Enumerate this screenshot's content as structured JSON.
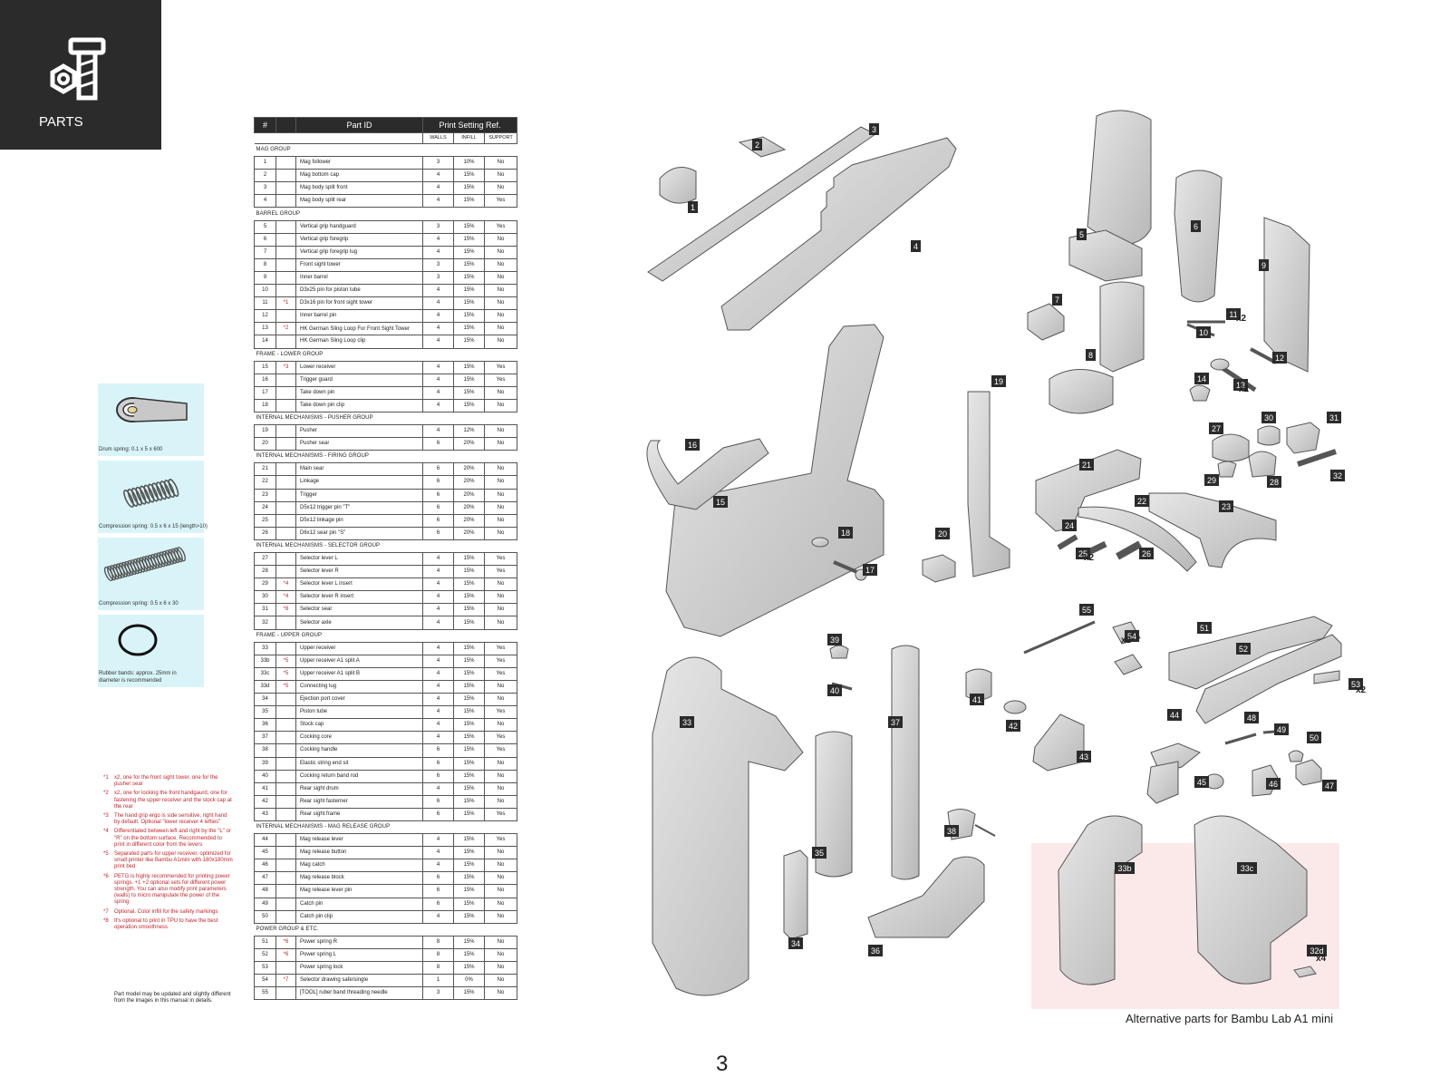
{
  "header": {
    "label": "PARTS",
    "icon": "nut-and-bolt-icon"
  },
  "table": {
    "headers": {
      "num": "#",
      "part_id": "Part ID",
      "print_setting": "Print Setting Ref.",
      "walls": "WALLS",
      "infill": "INFILL",
      "support": "SUPPORT"
    },
    "groups": [
      {
        "label": "MAG GROUP",
        "rows": [
          {
            "num": "1",
            "note": "",
            "name": "Mag follower",
            "walls": "3",
            "infill": "10%",
            "support": "No"
          },
          {
            "num": "2",
            "note": "",
            "name": "Mag bottom cap",
            "walls": "4",
            "infill": "15%",
            "support": "No"
          },
          {
            "num": "3",
            "note": "",
            "name": "Mag body split front",
            "walls": "4",
            "infill": "15%",
            "support": "No"
          },
          {
            "num": "4",
            "note": "",
            "name": "Mag body split rear",
            "walls": "4",
            "infill": "15%",
            "support": "Yes"
          }
        ]
      },
      {
        "label": "BARREL GROUP",
        "rows": [
          {
            "num": "5",
            "note": "",
            "name": "Vertical grip handguard",
            "walls": "3",
            "infill": "15%",
            "support": "Yes"
          },
          {
            "num": "6",
            "note": "",
            "name": "Vertical grip foregrip",
            "walls": "4",
            "infill": "15%",
            "support": "No"
          },
          {
            "num": "7",
            "note": "",
            "name": "Vertical grip foregrip lug",
            "walls": "4",
            "infill": "15%",
            "support": "No"
          },
          {
            "num": "8",
            "note": "",
            "name": "Front sight tower",
            "walls": "3",
            "infill": "15%",
            "support": "No"
          },
          {
            "num": "9",
            "note": "",
            "name": "Inner barrel",
            "walls": "3",
            "infill": "15%",
            "support": "No"
          },
          {
            "num": "10",
            "note": "",
            "name": "D3x25 pin for piston tube",
            "walls": "4",
            "infill": "15%",
            "support": "No"
          },
          {
            "num": "11",
            "note": "*1",
            "name": "D3x16 pin for front sight tower",
            "walls": "4",
            "infill": "15%",
            "support": "No"
          },
          {
            "num": "12",
            "note": "",
            "name": "Inner barrel pin",
            "walls": "4",
            "infill": "15%",
            "support": "No"
          },
          {
            "num": "13",
            "note": "*2",
            "name": "HK German Sling Loop For Front Sight Tower",
            "walls": "4",
            "infill": "15%",
            "support": "No"
          },
          {
            "num": "14",
            "note": "",
            "name": "HK German Sling Loop clip",
            "walls": "4",
            "infill": "15%",
            "support": "No"
          }
        ]
      },
      {
        "label": "FRAME - LOWER GROUP",
        "rows": [
          {
            "num": "15",
            "note": "*3",
            "name": "Lower receiver",
            "walls": "4",
            "infill": "15%",
            "support": "Yes"
          },
          {
            "num": "16",
            "note": "",
            "name": "Trigger guard",
            "walls": "4",
            "infill": "15%",
            "support": "Yes"
          },
          {
            "num": "17",
            "note": "",
            "name": "Take down pin",
            "walls": "4",
            "infill": "15%",
            "support": "No"
          },
          {
            "num": "18",
            "note": "",
            "name": "Take down pin clip",
            "walls": "4",
            "infill": "15%",
            "support": "No"
          }
        ]
      },
      {
        "label": "INTERNAL MECHANISMS - PUSHER GROUP",
        "rows": [
          {
            "num": "19",
            "note": "",
            "name": "Pusher",
            "walls": "4",
            "infill": "12%",
            "support": "No"
          },
          {
            "num": "20",
            "note": "",
            "name": "Pusher sear",
            "walls": "6",
            "infill": "20%",
            "support": "No"
          }
        ]
      },
      {
        "label": "INTERNAL MECHANISMS - FIRING GROUP",
        "rows": [
          {
            "num": "21",
            "note": "",
            "name": "Main sear",
            "walls": "6",
            "infill": "20%",
            "support": "No"
          },
          {
            "num": "22",
            "note": "",
            "name": "Linkage",
            "walls": "6",
            "infill": "20%",
            "support": "No"
          },
          {
            "num": "23",
            "note": "",
            "name": "Trigger",
            "walls": "6",
            "infill": "20%",
            "support": "No"
          },
          {
            "num": "24",
            "note": "",
            "name": "D5x12 trigger pin \"T\"",
            "walls": "6",
            "infill": "20%",
            "support": "No"
          },
          {
            "num": "25",
            "note": "",
            "name": "D5x12 linkage pin",
            "walls": "6",
            "infill": "20%",
            "support": "No"
          },
          {
            "num": "26",
            "note": "",
            "name": "D6x12 sear pin \"S\"",
            "walls": "6",
            "infill": "20%",
            "support": "No"
          }
        ]
      },
      {
        "label": "INTERNAL MECHANISMS - SELECTOR GROUP",
        "rows": [
          {
            "num": "27",
            "note": "",
            "name": "Selector lever L",
            "walls": "4",
            "infill": "15%",
            "support": "Yes"
          },
          {
            "num": "28",
            "note": "",
            "name": "Selector lever R",
            "walls": "4",
            "infill": "15%",
            "support": "Yes"
          },
          {
            "num": "29",
            "note": "*4",
            "name": "Selector lever L insert",
            "walls": "4",
            "infill": "15%",
            "support": "No"
          },
          {
            "num": "30",
            "note": "*4",
            "name": "Selector lever R insert",
            "walls": "4",
            "infill": "15%",
            "support": "No"
          },
          {
            "num": "31",
            "note": "*8",
            "name": "Selector sear",
            "walls": "4",
            "infill": "15%",
            "support": "No"
          },
          {
            "num": "32",
            "note": "",
            "name": "Selector axle",
            "walls": "4",
            "infill": "15%",
            "support": "No"
          }
        ]
      },
      {
        "label": "FRAME - UPPER GROUP",
        "rows": [
          {
            "num": "33",
            "note": "",
            "name": "Upper receiver",
            "walls": "4",
            "infill": "15%",
            "support": "Yes"
          },
          {
            "num": "33b",
            "note": "*5",
            "name": "Upper receiver A1 split A",
            "walls": "4",
            "infill": "15%",
            "support": "Yes"
          },
          {
            "num": "33c",
            "note": "*5",
            "name": "Upper receiver A1 split B",
            "walls": "4",
            "infill": "15%",
            "support": "Yes"
          },
          {
            "num": "33d",
            "note": "*5",
            "name": "Connecting lug",
            "walls": "4",
            "infill": "15%",
            "support": "No"
          },
          {
            "num": "34",
            "note": "",
            "name": "Ejection port cover",
            "walls": "4",
            "infill": "15%",
            "support": "No"
          },
          {
            "num": "35",
            "note": "",
            "name": "Piston tube",
            "walls": "4",
            "infill": "15%",
            "support": "Yes"
          },
          {
            "num": "36",
            "note": "",
            "name": "Stock cap",
            "walls": "4",
            "infill": "15%",
            "support": "No"
          },
          {
            "num": "37",
            "note": "",
            "name": "Cocking core",
            "walls": "4",
            "infill": "15%",
            "support": "Yes"
          },
          {
            "num": "38",
            "note": "",
            "name": "Cocking handle",
            "walls": "6",
            "infill": "15%",
            "support": "Yes"
          },
          {
            "num": "39",
            "note": "",
            "name": "Elastic string end sit",
            "walls": "6",
            "infill": "15%",
            "support": "No"
          },
          {
            "num": "40",
            "note": "",
            "name": "Cocking return band rod",
            "walls": "6",
            "infill": "15%",
            "support": "No"
          },
          {
            "num": "41",
            "note": "",
            "name": "Rear sight drum",
            "walls": "4",
            "infill": "15%",
            "support": "No"
          },
          {
            "num": "42",
            "note": "",
            "name": "Rear sight fasterner",
            "walls": "6",
            "infill": "15%",
            "support": "No"
          },
          {
            "num": "43",
            "note": "",
            "name": "Rear sight frame",
            "walls": "6",
            "infill": "15%",
            "support": "Yes"
          }
        ]
      },
      {
        "label": "INTERNAL MECHANISMS - MAG RELEASE GROUP",
        "rows": [
          {
            "num": "44",
            "note": "",
            "name": "Mag release lever",
            "walls": "4",
            "infill": "15%",
            "support": "Yes"
          },
          {
            "num": "45",
            "note": "",
            "name": "Mag release button",
            "walls": "4",
            "infill": "15%",
            "support": "No"
          },
          {
            "num": "46",
            "note": "",
            "name": "Mag catch",
            "walls": "4",
            "infill": "15%",
            "support": "No"
          },
          {
            "num": "47",
            "note": "",
            "name": "Mag release block",
            "walls": "6",
            "infill": "15%",
            "support": "No"
          },
          {
            "num": "48",
            "note": "",
            "name": "Mag release lever pin",
            "walls": "6",
            "infill": "15%",
            "support": "No"
          },
          {
            "num": "49",
            "note": "",
            "name": "Catch pin",
            "walls": "6",
            "infill": "15%",
            "support": "No"
          },
          {
            "num": "50",
            "note": "",
            "name": "Catch pin clip",
            "walls": "4",
            "infill": "15%",
            "support": "No"
          }
        ]
      },
      {
        "label": "POWER GROUP & ETC.",
        "rows": [
          {
            "num": "51",
            "note": "*6",
            "name": "Power spring R",
            "walls": "8",
            "infill": "15%",
            "support": "No"
          },
          {
            "num": "52",
            "note": "*6",
            "name": "Power spring L",
            "walls": "8",
            "infill": "15%",
            "support": "No"
          },
          {
            "num": "53",
            "note": "",
            "name": "Power spring lock",
            "walls": "8",
            "infill": "15%",
            "support": "No"
          },
          {
            "num": "54",
            "note": "*7",
            "name": "Selector drawing safe/single",
            "walls": "1",
            "infill": "0%",
            "support": "No"
          },
          {
            "num": "55",
            "note": "",
            "name": "[TOOL] ruber band threading needle",
            "walls": "3",
            "infill": "15%",
            "support": "No"
          }
        ]
      }
    ]
  },
  "springs": [
    {
      "caption": "Drum spring: 0.1 x 5 x 600",
      "icon": "drum-spring-icon"
    },
    {
      "caption": "Compression spring: 0.5 x 6 x 15   (length>10)",
      "icon": "short-compression-spring-icon"
    },
    {
      "caption": "Compression spring: 0.5 x 6 x 30",
      "icon": "long-compression-spring-icon"
    },
    {
      "caption": "Rubber bands: approx. 25mm in",
      "caption2": "diameter is recommended",
      "icon": "rubber-band-icon"
    }
  ],
  "notes": [
    {
      "key": "*1",
      "text": "x2, one for the front sight tower, one for the pusher sear"
    },
    {
      "key": "*2",
      "text": "x2, one for locking the front handgaurd, one for fastening the upper receiver and the stock cap at the rear"
    },
    {
      "key": "*3",
      "text": "The hand grip ergo is side sensitive, right hand by default. Optional \"lower receiver 4 lefties\""
    },
    {
      "key": "*4",
      "text": "Differentiated between left and right by the \"L\" or \"R\" on the bottom surface. Recommended to print in different color from the levers"
    },
    {
      "key": "*5",
      "text": "Separated parts for upper receiver, optimized for small printer like Bambu A1mini with 180x180mm print bed"
    },
    {
      "key": "*6",
      "text": "PETG is highly recommended for printing power springs. +1 +2 optional sets for different power strength. You can also modify print parameters (walls) to micro manipulate the power of the spring"
    },
    {
      "key": "*7",
      "text": "Optional. Color infill for the safety markings"
    },
    {
      "key": "*8",
      "text": "It's optional to print in TPU to have the best operation smoothness"
    }
  ],
  "disclaimer": "Part model may be updated and slightly different from the images in this manual in details.",
  "diagram": {
    "callouts": [
      "1",
      "2",
      "3",
      "4",
      "5",
      "6",
      "7",
      "8",
      "9",
      "10",
      "11",
      "12",
      "13",
      "14",
      "15",
      "16",
      "17",
      "18",
      "19",
      "20",
      "21",
      "22",
      "23",
      "24",
      "25",
      "26",
      "27",
      "28",
      "29",
      "30",
      "31",
      "32",
      "33",
      "34",
      "35",
      "36",
      "37",
      "38",
      "39",
      "40",
      "41",
      "42",
      "43",
      "44",
      "45",
      "46",
      "47",
      "48",
      "49",
      "50",
      "51",
      "52",
      "53",
      "54",
      "55",
      "33b",
      "33c",
      "32d"
    ],
    "multipliers": [
      "x2",
      "x2",
      "x2",
      "x2",
      "x2",
      "x4"
    ],
    "alt_caption": "Alternative parts for Bambu Lab A1 mini",
    "alt_highlight_color": "#fbe9e9",
    "part_color": "#cfcfcf"
  },
  "page_number": "3"
}
